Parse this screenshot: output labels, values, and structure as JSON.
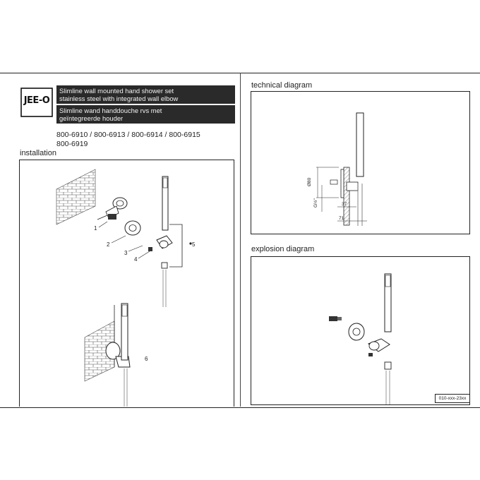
{
  "brand": {
    "logo_text": "JEE-O"
  },
  "title": {
    "en_line1": "Slimline wall mounted hand shower set",
    "en_line2": "stainless steel with integrated wall elbow",
    "nl_line1": "Slimline wand handdouche rvs met",
    "nl_line2": "geïntegreerde houder"
  },
  "codes": {
    "line1": "800-6910 / 800-6913 / 800-6914 / 800-6915",
    "line2": "800-6919"
  },
  "sections": {
    "installation": "installation",
    "technical": "technical diagram",
    "explosion": "explosion diagram"
  },
  "installation_steps": [
    "1",
    "2",
    "3",
    "4",
    "5",
    "6"
  ],
  "dimensions": {
    "diameter": "Ø80",
    "thread": "G½\"",
    "depth_a": "37",
    "depth_b": "71"
  },
  "reference": "010-xxx-23xx",
  "colors": {
    "ink": "#222222",
    "banner": "#2a2a2a",
    "hose": "#999999"
  }
}
